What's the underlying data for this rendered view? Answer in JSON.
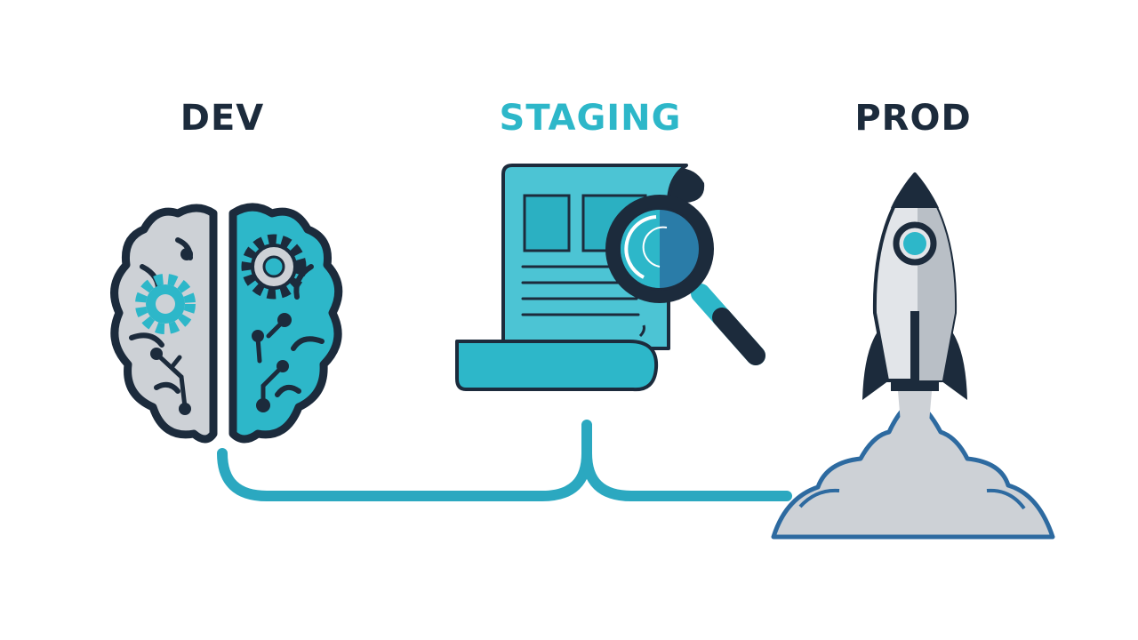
{
  "stages": [
    {
      "label": "DEV",
      "icon": "brain-gears-icon"
    },
    {
      "label": "STAGING",
      "icon": "document-magnifier-icon"
    },
    {
      "label": "PROD",
      "icon": "rocket-launch-icon"
    }
  ],
  "colors": {
    "dark": "#1c2b3c",
    "accent": "#2db7c9",
    "gray": "#cdd1d6",
    "connector": "#2ba8c0",
    "smoke_edge": "#2d6aa0"
  }
}
